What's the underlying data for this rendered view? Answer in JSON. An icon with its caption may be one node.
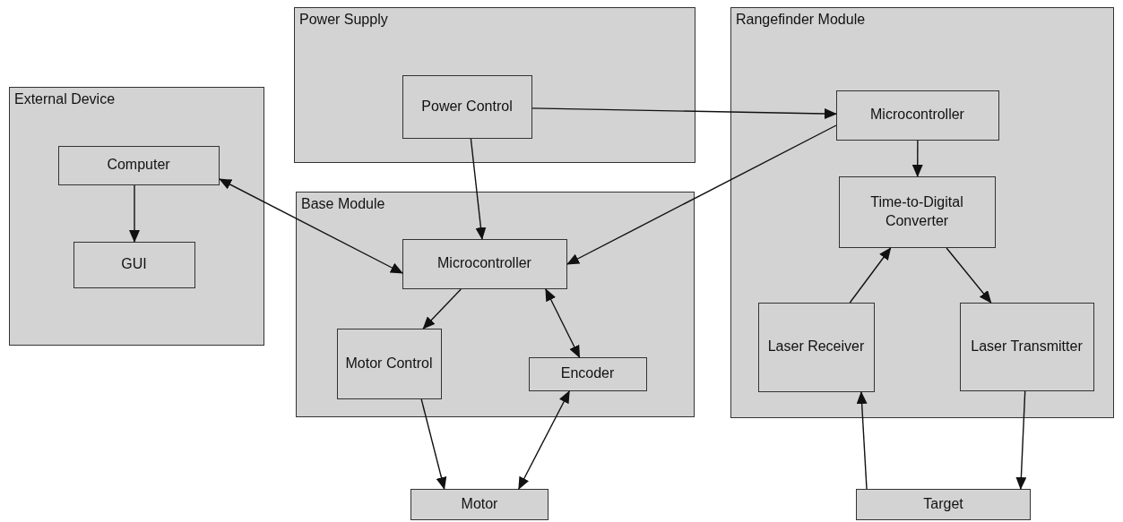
{
  "diagram": {
    "nodes": [
      {
        "text": [
          "External Device"
        ]
      },
      {
        "text": [
          "Computer"
        ],
        "in": 0
      },
      {
        "text": [
          "GUI"
        ],
        "in": 0
      },
      {
        "text": [
          "Power Supply"
        ]
      },
      {
        "text": [
          "Power Control"
        ],
        "in": 3
      },
      {
        "text": [
          "Base Module"
        ]
      },
      {
        "text": [
          "Microcontroller"
        ],
        "in": 5
      },
      {
        "text": [
          "Motor Control"
        ],
        "in": 5
      },
      {
        "text": [
          "Encoder"
        ],
        "in": 5
      },
      {
        "text": [
          "Rangefinder Module"
        ]
      },
      {
        "text": [
          "Microcontroller"
        ],
        "in": 9
      },
      {
        "text": [
          "Time-to-Digital Converter"
        ],
        "in": 9
      },
      {
        "text": [
          "Laser Receiver"
        ],
        "in": 9
      },
      {
        "text": [
          "Laser Transmitter"
        ],
        "in": 9
      },
      {
        "text": [
          "Motor"
        ]
      },
      {
        "text": [
          "Target"
        ]
      }
    ],
    "edges": [
      {
        "from": 1,
        "to": 2,
        "arrow": "to"
      },
      {
        "from": 1,
        "to": 6,
        "arrow": "both"
      },
      {
        "from": 4,
        "to": 6,
        "arrow": "to"
      },
      {
        "from": 4,
        "to": 10,
        "arrow": "to"
      },
      {
        "from": 10,
        "to": 6,
        "arrow": "to"
      },
      {
        "from": 10,
        "to": 11,
        "arrow": "to"
      },
      {
        "from": 6,
        "to": 7,
        "arrow": "to"
      },
      {
        "from": 6,
        "to": 8,
        "arrow": "both"
      },
      {
        "from": 11,
        "to": 13,
        "arrow": "to"
      },
      {
        "from": 12,
        "to": 11,
        "arrow": "to"
      },
      {
        "from": 7,
        "to": 14,
        "arrow": "to"
      },
      {
        "from": 14,
        "to": 8,
        "arrow": "both"
      },
      {
        "from": 13,
        "to": 15,
        "arrow": "to"
      },
      {
        "from": 15,
        "to": 12,
        "arrow": "to"
      }
    ]
  }
}
